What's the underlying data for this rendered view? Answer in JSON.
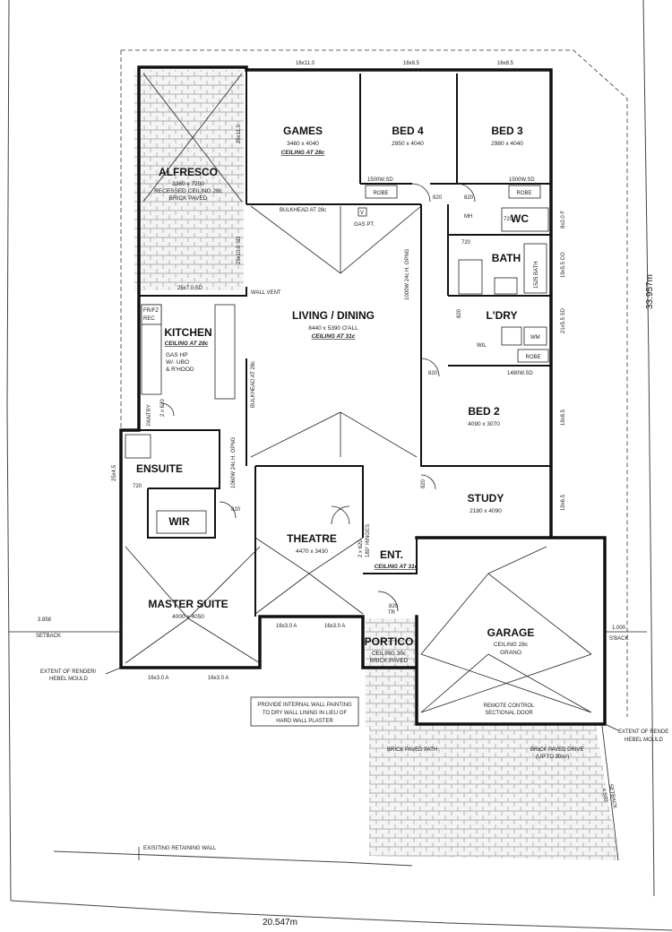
{
  "rooms": {
    "games": {
      "name": "GAMES",
      "size": "3460 x 4040",
      "ceiling": "CEILING AT 28c"
    },
    "bed4": {
      "name": "BED 4",
      "size": "2950 x 4040"
    },
    "bed3": {
      "name": "BED 3",
      "size": "2980 x 4040"
    },
    "alfresco": {
      "name": "ALFRESCO",
      "size": "3360 x 7200",
      "note1": "RECESSED CEILING 28c",
      "note2": "BRICK PAVED"
    },
    "kitchen": {
      "name": "KITCHEN",
      "ceiling": "CEILING AT 28c",
      "note1": "GAS HP",
      "note2": "W/- UBO",
      "note3": "& R'HOOD"
    },
    "living": {
      "name": "LIVING / DINING",
      "size": "8440 x 5390 O'ALL",
      "ceiling": "CEILING AT 31c"
    },
    "bath": {
      "name": "BATH"
    },
    "wc": {
      "name": "WC"
    },
    "ldry": {
      "name": "L'DRY"
    },
    "bed2": {
      "name": "BED 2",
      "size": "4090 x 3070"
    },
    "study": {
      "name": "STUDY",
      "size": "2180 x 4090"
    },
    "ensuite": {
      "name": "ENSUITE"
    },
    "wir": {
      "name": "WIR"
    },
    "theatre": {
      "name": "THEATRE",
      "size": "4470 x 3430"
    },
    "ent": {
      "name": "ENT.",
      "ceiling": "CEILING AT 31c"
    },
    "master": {
      "name": "MASTER SUITE",
      "size": "4000 x 4050"
    },
    "garage": {
      "name": "GARAGE",
      "ceiling": "CEILING 28c",
      "note": "GRANO"
    },
    "portico": {
      "name": "PORTICO",
      "note1": "CEILING 30c",
      "note2": "BRICK PAVED"
    }
  },
  "labels": {
    "robe": "ROBE",
    "sd1500": "1500W.SD",
    "sd1480": "1480W.SD",
    "bulkhead": "BULKHEAD AT 28c",
    "bulkhead_v": "BULKHEAD AT 28c",
    "gas_pt": "GAS PT.",
    "v": "V",
    "mh": "MH",
    "wall_vent": "WALL VENT",
    "frfz": "FR/FZ",
    "rec": "REC",
    "pantry": "PANTRY",
    "wil": "WIL",
    "wm": "WM",
    "tr": "TR",
    "hinges": "180° HINGES",
    "opng_living": "1000W 24c H. OPNG",
    "opng_theatre": "1060W 24c H. OPNG",
    "remote1": "REMOTE CONTROL",
    "remote2": "SECTIONAL DOOR",
    "d820": "820",
    "d720": "720",
    "d2x620": "2 x 620",
    "d2x620b": "2 x 620",
    "bath1525": "1525 BATH",
    "paint1": "PROVIDE INTERNAL WALL PAINTING",
    "paint2": "TO DRY WALL LINING IN LIEU OF",
    "paint3": "HARD WALL PLASTER",
    "brick_path": "BRICK PAVED PATH",
    "brick_drive1": "BRICK PAVED DRIVE",
    "brick_drive2": "(UP TO 30m²)",
    "retaining": "EXISITING RETAINING WALL",
    "render_l1": "EXTENT OF RENDER/",
    "render_l2": "HEBEL MOULD",
    "render_r1": "EXTENT OF RENDE",
    "render_r2": "HEBEL MOULD"
  },
  "windows": {
    "w16x11": "16x11.0",
    "w16x8_5a": "16x8.5",
    "w16x8_5b": "16x8.5",
    "w25x11": "25x11.0",
    "w25x10": "25x10.0 SD",
    "w25x7": "25x7.0 SD",
    "w8x2f": "8x2.0 F",
    "w19x5co": "19x5.5 CO",
    "w21x5sd": "21x5.5 SD",
    "w19x8_5": "19x8.5",
    "w19x6_5": "19x6.5",
    "w25x4_5": "25x4.5",
    "w16x3a": "16x3.0 A",
    "w16x3b": "16x3.0 A",
    "w16x3c": "16x3.0 A",
    "w16x3d": "16x3.0 A"
  },
  "dimensions": {
    "right": "33.957m",
    "bottom": "20.547m",
    "setback_left_value": "3.858",
    "setback_left_label": "SETBACK",
    "setback_right_value": "1.000",
    "setback_right_label": "S'BACK",
    "setback_bottom_value": "4.500",
    "setback_bottom_label": "SETBACK"
  }
}
